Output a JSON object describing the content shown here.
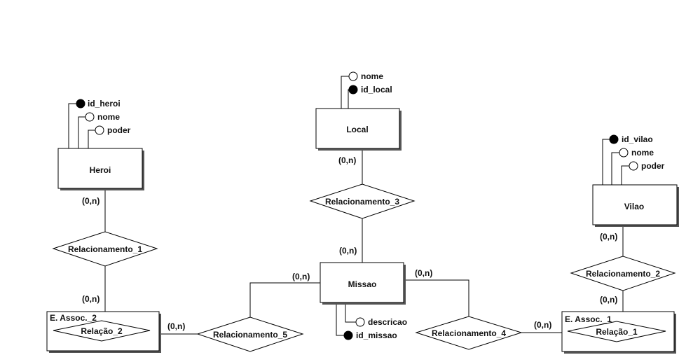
{
  "entities": {
    "heroi": {
      "name": "Heroi",
      "attributes": [
        "id_heroi",
        "nome",
        "poder"
      ]
    },
    "local": {
      "name": "Local",
      "attributes": [
        "nome",
        "id_local"
      ]
    },
    "vilao": {
      "name": "Vilao",
      "attributes": [
        "id_vilao",
        "nome",
        "poder"
      ]
    },
    "missao": {
      "name": "Missao",
      "attributes": [
        "descricao",
        "id_missao"
      ]
    }
  },
  "associative_entities": {
    "assoc_2": {
      "label": "E. Assoc._2",
      "relation": "Relação_2"
    },
    "assoc_1": {
      "label": "E. Assoc._1",
      "relation": "Relação_1"
    }
  },
  "relationships": {
    "r1": "Relacionamento_1",
    "r2": "Relacionamento_2",
    "r3": "Relacionamento_3",
    "r4": "Relacionamento_4",
    "r5": "Relacionamento_5"
  },
  "cardinalities": {
    "heroi_r1": "(0,n)",
    "r1_assoc2": "(0,n)",
    "local_r3": "(0,n)",
    "r3_missao": "(0,n)",
    "vilao_r2": "(0,n)",
    "r2_assoc1": "(0,n)",
    "missao_r5": "(0,n)",
    "r5_assoc2": "(0,n)",
    "missao_r4": "(0,n)",
    "r4_assoc1": "(0,n)"
  },
  "attribute_keys": {
    "heroi": [
      true,
      false,
      false
    ],
    "local": [
      false,
      true
    ],
    "vilao": [
      true,
      false,
      false
    ],
    "missao": [
      false,
      true
    ]
  }
}
